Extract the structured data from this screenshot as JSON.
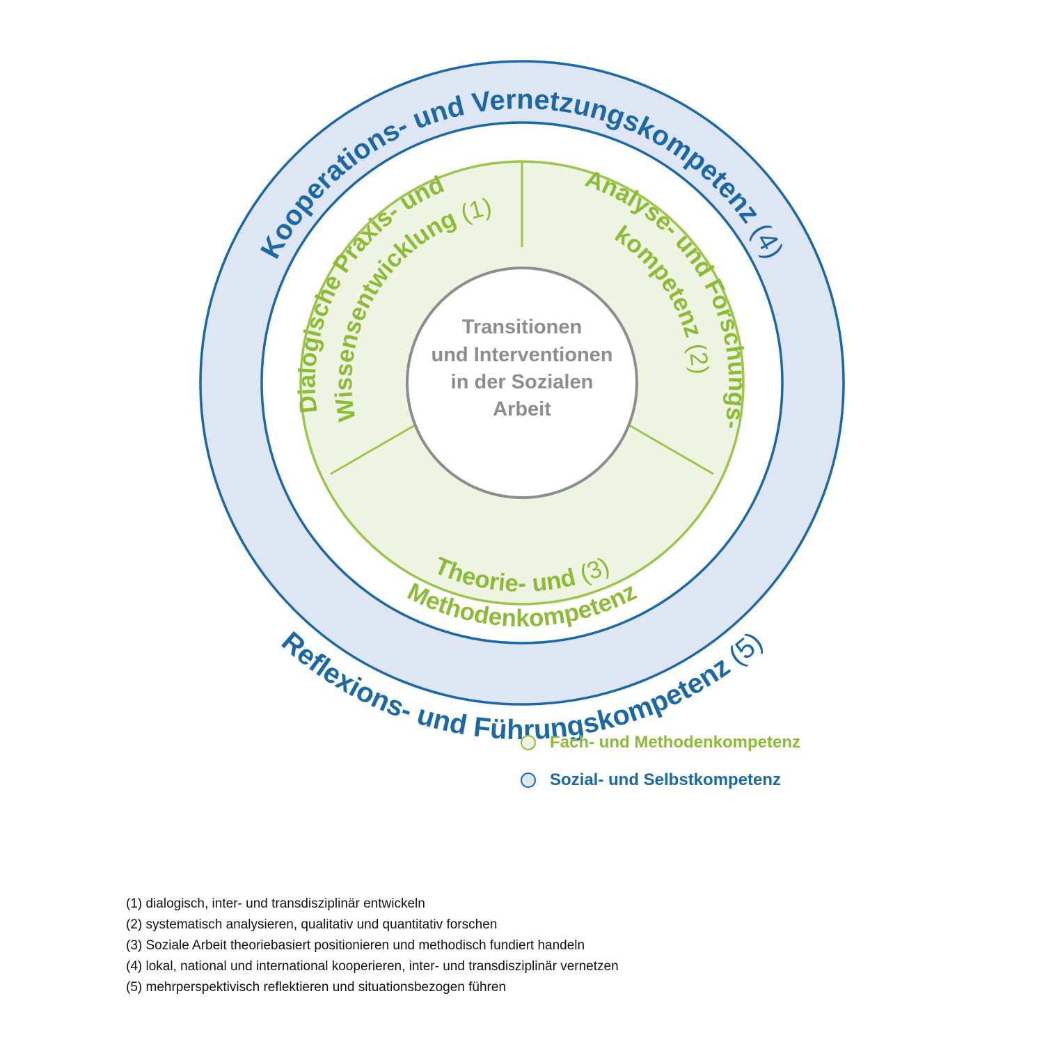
{
  "colors": {
    "blue_stroke": "#1a68a6",
    "blue_fill": "#dfe6f3",
    "green_stroke": "#9cc54b",
    "green_fill": "#eef4e1",
    "center_stroke": "#8d8d8d"
  },
  "outer_ring": {
    "top_label": "Kooperations- und Vernetzungskompetenz",
    "top_number": "(4)",
    "bottom_label": "Reflexions- und Führungskompetenz",
    "bottom_number": "(5)"
  },
  "segments": {
    "left": {
      "line1": "Dialogische Praxis- und",
      "line2": "Wissensentwicklung",
      "number": "(1)"
    },
    "right": {
      "line1": "Analyse- und Forschungs-",
      "line2": "kompetenz",
      "number": "(2)"
    },
    "bottom": {
      "line1": "Theorie- und",
      "line2": "Methodenkompetenz",
      "number": "(3)"
    }
  },
  "center": {
    "lines": [
      "Transitionen",
      "und Interventionen",
      "in der Sozialen",
      "Arbeit"
    ]
  },
  "legend": [
    {
      "label": "Fach- und Methodenkompetenz",
      "color": "#8cbb36",
      "fill": "#eef4e1"
    },
    {
      "label": "Sozial- und Selbstkompetenz",
      "color": "#1a68a6",
      "fill": "#dfe6f3"
    }
  ],
  "notes": [
    "(1) dialogisch, inter- und transdisziplinär entwickeln",
    "(2) systematisch analysieren, qualitativ und quantitativ forschen",
    "(3) Soziale Arbeit theoriebasiert positionieren und methodisch fundiert handeln",
    "(4) lokal, national und international kooperieren, inter- und transdisziplinär vernetzen",
    "(5) mehrperspektivisch reflektieren und situationsbezogen führen"
  ]
}
